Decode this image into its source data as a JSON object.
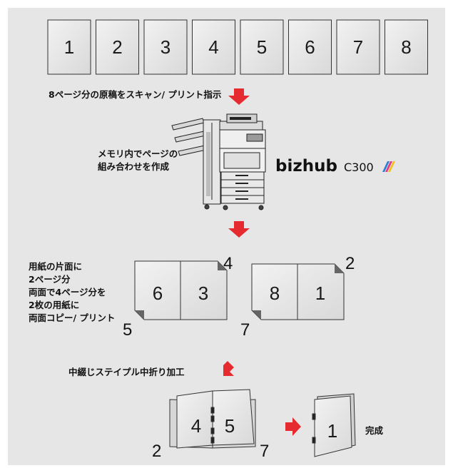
{
  "originals": {
    "pages": [
      "1",
      "2",
      "3",
      "4",
      "5",
      "6",
      "7",
      "8"
    ]
  },
  "steps": {
    "scan": "8ページ分の原稿をスキャン/ プリント指示",
    "memory_line1": "メモリ内でページの",
    "memory_line2": "組み合わせを作成",
    "duplex_lines": [
      "用紙の片面に",
      "2ページ分",
      "両面で4ページ分を",
      "2枚の用紙に",
      "両面コピー/ プリント"
    ],
    "finish": "中綴じステイプル中折り加工",
    "done": "完成"
  },
  "device": {
    "brand": "bizhub",
    "model": "C300"
  },
  "sheet_a": {
    "left": "6",
    "right": "3",
    "corner_top": "4",
    "corner_bottom": "5"
  },
  "sheet_b": {
    "left": "8",
    "right": "1",
    "corner_top": "2",
    "corner_bottom": "7"
  },
  "booklet": {
    "left": "4",
    "right": "5",
    "label_left": "2",
    "label_right": "7"
  },
  "finished": {
    "page": "1"
  },
  "colors": {
    "background_panel": "#e6e6e6",
    "arrow": "#e52a30",
    "page_fill": "#e4e4e4",
    "border": "#333333"
  }
}
